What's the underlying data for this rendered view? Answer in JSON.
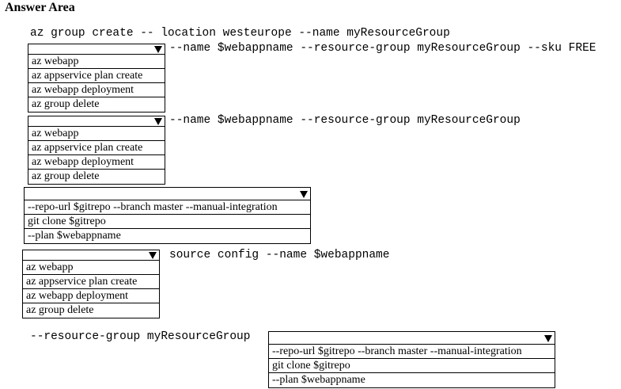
{
  "title": "Answer Area",
  "lines": {
    "l1": "az group create -- location westeurope --name myResourceGroup",
    "l2": "--name $webappname --resource-group myResourceGroup --sku FREE",
    "l3": "--name $webappname --resource-group myResourceGroup",
    "l4": "source config --name $webappname",
    "l5": "--resource-group myResourceGroup"
  },
  "dropdowns": {
    "cmd_options": [
      "az webapp",
      "az appservice plan create",
      "az webapp deployment",
      "az group delete"
    ],
    "src_options": [
      "--repo-url $gitrepo --branch master --manual-integration",
      "git clone $gitrepo",
      "--plan $webappname"
    ]
  }
}
